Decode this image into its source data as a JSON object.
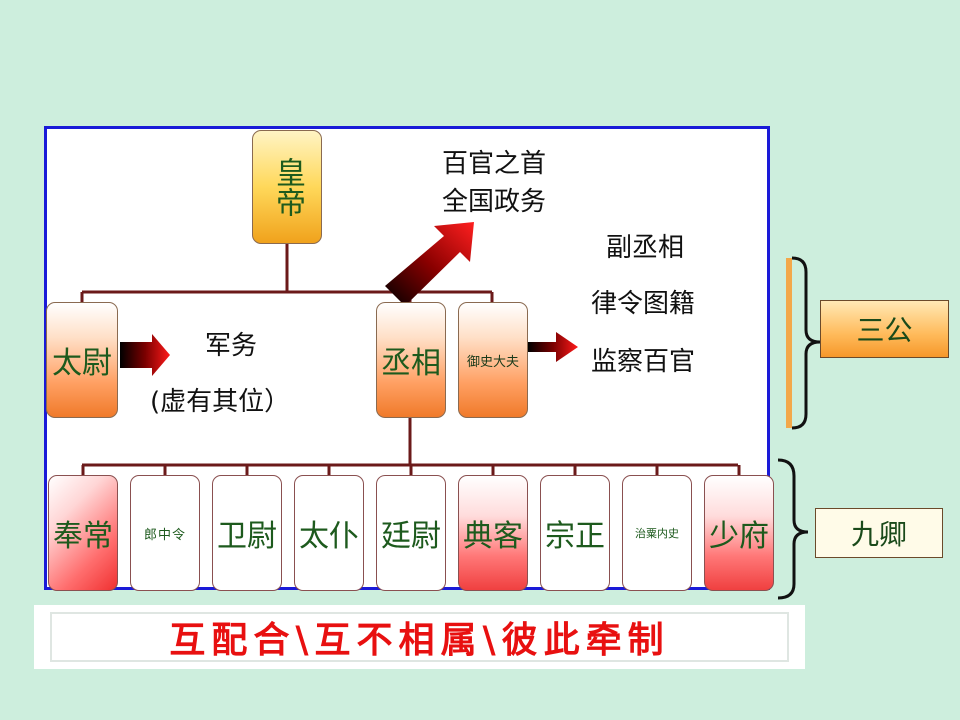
{
  "emperor": "皇帝",
  "note_chancellor_line1": "百官之首",
  "note_chancellor_line2": "全国政务",
  "note_yushi_line1": "副丞相",
  "note_yushi_line2": "律令图籍",
  "note_yushi_line3": "监察百官",
  "note_taiwei_line1": "军务",
  "note_taiwei_line2": "(虚有其位）",
  "three_dukes": [
    {
      "label": "太尉"
    },
    {
      "label": "丞相"
    },
    {
      "label": "御史大夫"
    }
  ],
  "nine_ministers": [
    {
      "label": "奉常"
    },
    {
      "label": "郎中令"
    },
    {
      "label": "卫尉"
    },
    {
      "label": "太仆"
    },
    {
      "label": "廷尉"
    },
    {
      "label": "典客"
    },
    {
      "label": "宗正"
    },
    {
      "label": "治粟内史"
    },
    {
      "label": "少府"
    }
  ],
  "side_label_three": "三公",
  "side_label_nine": "九卿",
  "banner_text": "互配合\\互不相属\\彼此牵制",
  "colors": {
    "background": "#cdeedd",
    "frame_border": "#1a1ad8",
    "connector": "#6b1a1a",
    "banner_text": "#e81010",
    "label_text": "#1d5a1d"
  }
}
